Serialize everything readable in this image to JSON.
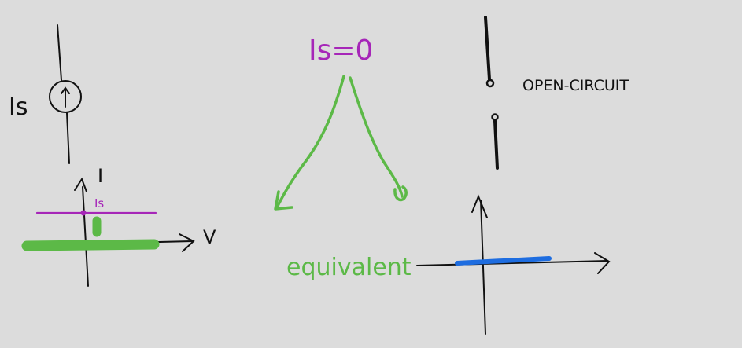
{
  "labels": {
    "source_symbol": "Is",
    "current_axis": "I",
    "voltage_axis": "V",
    "source_level": "Is",
    "condition": "Is=0",
    "equivalent": "equivalent",
    "open_circuit": "OPEN-CIRCUIT"
  },
  "colors": {
    "ink": "#111111",
    "purple": "#a626b8",
    "green": "#5cb947",
    "blue": "#1e6de0",
    "background": "#dcdcdc"
  }
}
